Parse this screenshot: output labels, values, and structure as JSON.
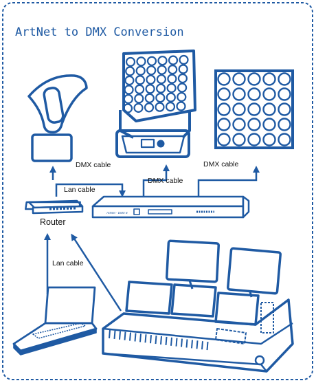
{
  "diagram": {
    "title": "ArtNet to DMX Conversion",
    "labels": {
      "dmx_cable_left": "DMX cable",
      "dmx_cable_center": "DMX cable",
      "dmx_cable_right": "DMX cable",
      "lan_cable_router": "Lan cable",
      "lan_cable_laptop": "Lan cable",
      "router": "Router",
      "converter": "ArtNet - DMX 8"
    },
    "colors": {
      "primary_blue": "#1f5aa3",
      "text": "#111111",
      "background": "#ffffff"
    },
    "icons": [
      "moving-head-light-icon",
      "led-matrix-moving-head-icon",
      "led-matrix-panel-icon",
      "router-icon",
      "artnet-dmx-converter-icon",
      "laptop-icon",
      "lighting-console-icon"
    ]
  }
}
